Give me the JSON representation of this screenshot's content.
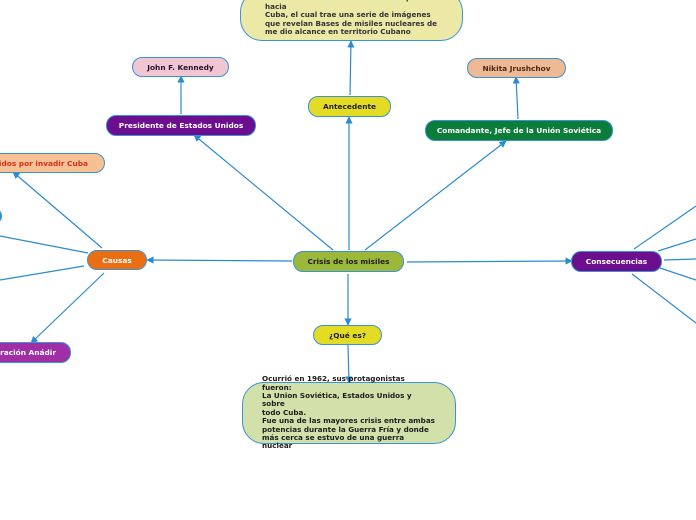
{
  "colors": {
    "edge": "#2a8bd0",
    "center": "#9bb83a",
    "yellow": "#e4dc24",
    "purple": "#6b0f8e",
    "green": "#0b7c3a",
    "orange": "#ec6e12",
    "pink": "#f0c6d3",
    "tan": "#efb994",
    "light_orange": "#f6c195",
    "magenta": "#a02fa5",
    "light_green": "#d2e0aa",
    "light_yellow": "#ece9a6"
  },
  "nodes": {
    "center": "Crisis de los misiles",
    "antecedente": "Antecedente",
    "antecedente_detail": "Estados Unidos manda un avión espía hacia\nCuba, el cual trae una serie de imágenes\nque revelan Bases de misiles nucleares de\nme dio alcance en territorio Cubano",
    "presidente": "Presidente de Estados Unidos",
    "kennedy": "John F. Kennedy",
    "comandante": "Comandante, Jefe de la Unión Soviética",
    "jrushchov": "Nikita Jrushchov",
    "causas": "Causas",
    "causa_invadir": "nidos por invadir Cuba",
    "causa_anadir": "eración Anádir",
    "consecuencias": "Consecuencias",
    "que_es": "¿Qué es?",
    "que_es_detail": "Ocurrió en 1962, sus protagonistas fueron:\nLa Union Soviética, Estados Unidos y sobre\ntodo Cuba.\nFue una de las mayores crisis entre ambas\npotencias durante la Guerra Fría y donde\nmás cerca se estuvo de una guerra nuclear"
  }
}
